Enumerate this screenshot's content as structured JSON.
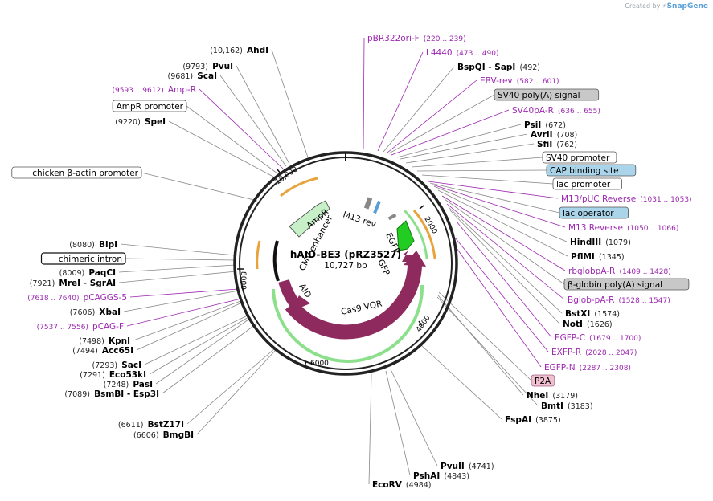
{
  "credit": {
    "prefix": "Created by",
    "brand": "SnapGene"
  },
  "plasmid": {
    "name": "hAID-BE3 (pRZ3527)",
    "length_label": "10,727 bp"
  },
  "ring_ticks": [
    "2000",
    "4000",
    "6000",
    "8000",
    "10,000"
  ],
  "inner_labels": [
    "M13 rev",
    "EGFP",
    "GFP",
    "AmpR",
    "CMV enhancer",
    "AID",
    "Cas9 VQR"
  ],
  "sites": [
    {
      "name": "AhdI",
      "pos": "(10,162)",
      "kind": "enzyme"
    },
    {
      "name": "PvuI",
      "pos": "(9793)",
      "kind": "enzyme"
    },
    {
      "name": "ScaI",
      "pos": "(9681)",
      "kind": "enzyme"
    },
    {
      "name": "Amp-R",
      "pos": "(9593 .. 9612)",
      "kind": "primer"
    },
    {
      "name": "AmpR promoter",
      "pos": "",
      "kind": "box"
    },
    {
      "name": "SpeI",
      "pos": "(9220)",
      "kind": "enzyme"
    },
    {
      "name": "chicken β-actin promoter",
      "pos": "",
      "kind": "box"
    },
    {
      "name": "BlpI",
      "pos": "(8080)",
      "kind": "enzyme"
    },
    {
      "name": "chimeric intron",
      "pos": "",
      "kind": "box-dark"
    },
    {
      "name": "PaqCI",
      "pos": "(8009)",
      "kind": "enzyme"
    },
    {
      "name": "MreI - SgrAI",
      "pos": "(7921)",
      "kind": "enzyme"
    },
    {
      "name": "pCAGGS-5",
      "pos": "(7618 .. 7640)",
      "kind": "primer"
    },
    {
      "name": "XbaI",
      "pos": "(7606)",
      "kind": "enzyme"
    },
    {
      "name": "pCAG-F",
      "pos": "(7537 .. 7556)",
      "kind": "primer"
    },
    {
      "name": "KpnI",
      "pos": "(7498)",
      "kind": "enzyme"
    },
    {
      "name": "Acc65I",
      "pos": "(7494)",
      "kind": "enzyme"
    },
    {
      "name": "SacI",
      "pos": "(7293)",
      "kind": "enzyme"
    },
    {
      "name": "Eco53kI",
      "pos": "(7291)",
      "kind": "enzyme"
    },
    {
      "name": "PasI",
      "pos": "(7248)",
      "kind": "enzyme"
    },
    {
      "name": "BsmBI - Esp3I",
      "pos": "(7089)",
      "kind": "enzyme"
    },
    {
      "name": "BstZ17I",
      "pos": "(6611)",
      "kind": "enzyme"
    },
    {
      "name": "BmgBI",
      "pos": "(6606)",
      "kind": "enzyme"
    },
    {
      "name": "EcoRV",
      "pos": "(4984)",
      "kind": "enzyme"
    },
    {
      "name": "PshAI",
      "pos": "(4843)",
      "kind": "enzyme"
    },
    {
      "name": "PvuII",
      "pos": "(4741)",
      "kind": "enzyme"
    },
    {
      "name": "FspAI",
      "pos": "(3875)",
      "kind": "enzyme"
    },
    {
      "name": "BmtI",
      "pos": "(3183)",
      "kind": "enzyme"
    },
    {
      "name": "NheI",
      "pos": "(3179)",
      "kind": "enzyme"
    },
    {
      "name": "P2A",
      "pos": "",
      "kind": "box-pink"
    },
    {
      "name": "EGFP-N",
      "pos": "(2287 .. 2308)",
      "kind": "primer"
    },
    {
      "name": "EXFP-R",
      "pos": "(2028 .. 2047)",
      "kind": "primer"
    },
    {
      "name": "EGFP-C",
      "pos": "(1679 .. 1700)",
      "kind": "primer"
    },
    {
      "name": "NotI",
      "pos": "(1626)",
      "kind": "enzyme"
    },
    {
      "name": "BstXI",
      "pos": "(1574)",
      "kind": "enzyme"
    },
    {
      "name": "Bglob-pA-R",
      "pos": "(1528 .. 1547)",
      "kind": "primer"
    },
    {
      "name": "β-globin poly(A) signal",
      "pos": "",
      "kind": "box-gray"
    },
    {
      "name": "rbglobpA-R",
      "pos": "(1409 .. 1428)",
      "kind": "primer"
    },
    {
      "name": "PflMI",
      "pos": "(1345)",
      "kind": "enzyme"
    },
    {
      "name": "HindIII",
      "pos": "(1079)",
      "kind": "enzyme"
    },
    {
      "name": "M13 Reverse",
      "pos": "(1050 .. 1066)",
      "kind": "primer"
    },
    {
      "name": "lac operator",
      "pos": "",
      "kind": "box-blue"
    },
    {
      "name": "M13/pUC Reverse",
      "pos": "(1031 .. 1053)",
      "kind": "primer"
    },
    {
      "name": "lac promoter",
      "pos": "",
      "kind": "box"
    },
    {
      "name": "CAP binding site",
      "pos": "",
      "kind": "box-blue"
    },
    {
      "name": "SV40 promoter",
      "pos": "",
      "kind": "box"
    },
    {
      "name": "SfiI",
      "pos": "(762)",
      "kind": "enzyme"
    },
    {
      "name": "AvrII",
      "pos": "(708)",
      "kind": "enzyme"
    },
    {
      "name": "PsiI",
      "pos": "(672)",
      "kind": "enzyme"
    },
    {
      "name": "SV40pA-R",
      "pos": "(636 .. 655)",
      "kind": "primer"
    },
    {
      "name": "SV40 poly(A) signal",
      "pos": "",
      "kind": "box-gray"
    },
    {
      "name": "EBV-rev",
      "pos": "(582 .. 601)",
      "kind": "primer"
    },
    {
      "name": "BspQI - SapI",
      "pos": "(492)",
      "kind": "enzyme"
    },
    {
      "name": "L4440",
      "pos": "(473 .. 490)",
      "kind": "primer"
    },
    {
      "name": "pBR322ori-F",
      "pos": "(220 .. 239)",
      "kind": "primer"
    }
  ],
  "colors": {
    "primer": "#9c27b0",
    "ring": "#222222",
    "cas9": "#8e2a5e",
    "egfp": "#22cc22",
    "ampr": "#c8f0c8",
    "orange": "#e8a33c",
    "blue_box": "#a9d4ea",
    "gray_box": "#c8c8c8",
    "pink_box": "#f0c0d0"
  }
}
